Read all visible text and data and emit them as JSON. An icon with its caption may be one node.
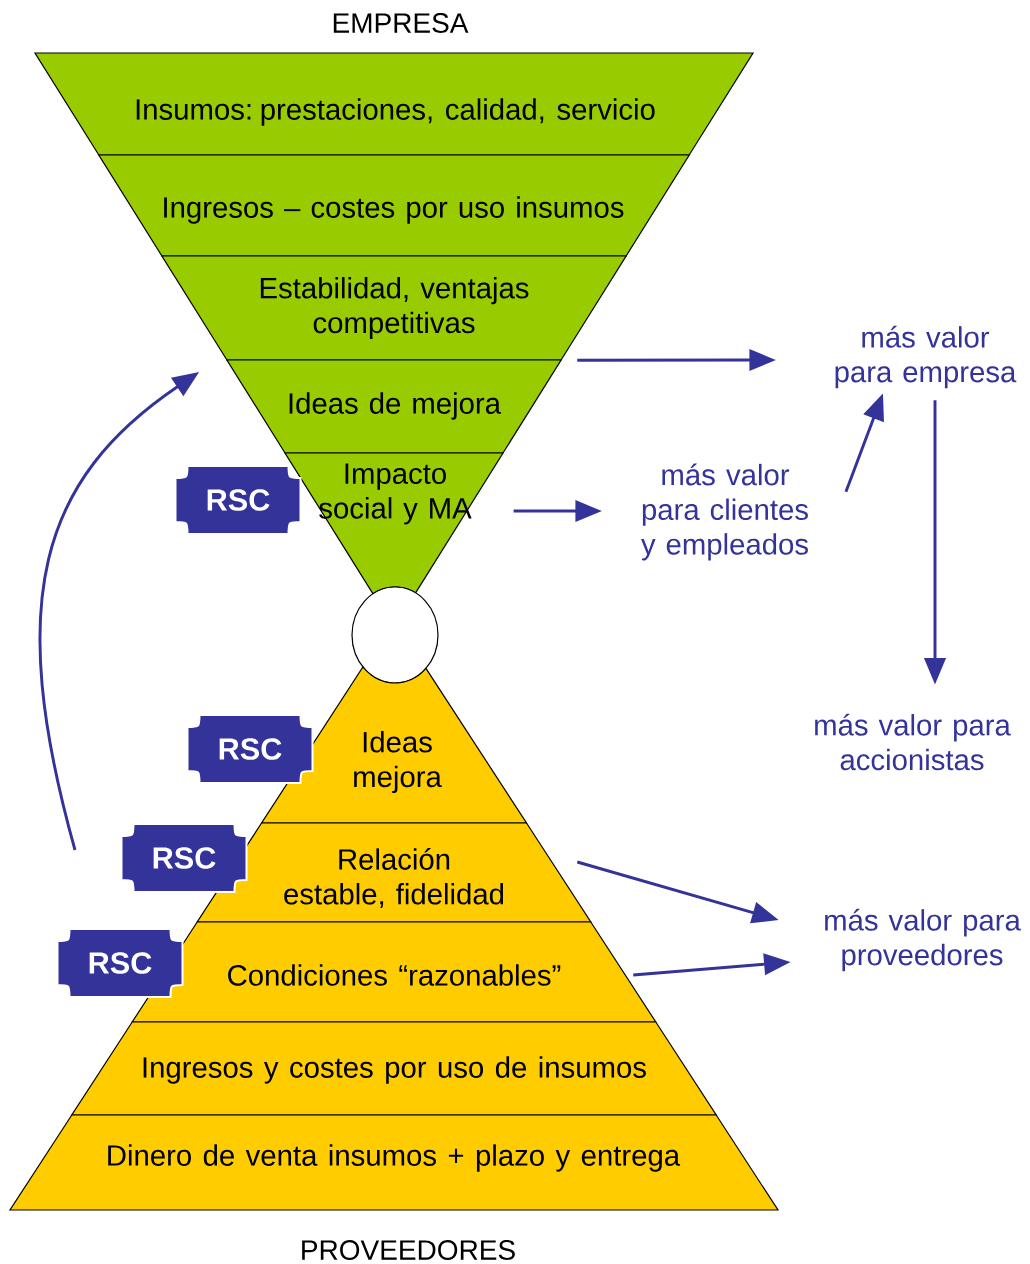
{
  "diagram": {
    "nodes": [
      {
        "text": [
          "Insumos: prestaciones, calidad, servicio"
        ],
        "beside": [
          "EMPRESA"
        ]
      },
      {
        "text": [
          "Ingresos – costes por uso insumos"
        ]
      },
      {
        "text": [
          "Estabilidad, ventajas competitivas"
        ]
      },
      {
        "text": [
          "Ideas de mejora"
        ]
      },
      {
        "text": [
          "Impacto social y MA"
        ]
      },
      {
        "text": [
          "RSC"
        ]
      },
      {
        "text": [],
        "shape": "circle"
      },
      {
        "text": [
          "Ideas mejora"
        ]
      },
      {
        "text": [
          "RSC"
        ]
      },
      {
        "text": [
          "Relación estable, fidelidad"
        ]
      },
      {
        "text": [
          "RSC"
        ]
      },
      {
        "text": [
          "Condiciones “razonables”"
        ]
      },
      {
        "text": [
          "RSC"
        ]
      },
      {
        "text": [
          "Ingresos y costes por uso de insumos"
        ]
      },
      {
        "text": [
          "Dinero de venta insumos + plazo y entrega"
        ],
        "beside": [
          "PROVEEDORES"
        ]
      },
      {
        "text": [
          "más valor para empresa"
        ]
      },
      {
        "text": [
          "más valor para clientes y empleados"
        ]
      },
      {
        "text": [
          "más valor para accionistas"
        ]
      },
      {
        "text": [
          "más valor para proveedores"
        ]
      }
    ],
    "edges": [
      {
        "from": 2,
        "to": 15,
        "arrow": "to"
      },
      {
        "from": 4,
        "to": 16,
        "arrow": "to"
      },
      {
        "from": 16,
        "to": 15,
        "arrow": "to"
      },
      {
        "from": 15,
        "to": 17,
        "arrow": "to"
      },
      {
        "from": 9,
        "to": 18,
        "arrow": "to"
      },
      {
        "from": 11,
        "to": 18,
        "arrow": "to"
      },
      {
        "from": null,
        "to": 3,
        "arrow": "to"
      }
    ]
  }
}
